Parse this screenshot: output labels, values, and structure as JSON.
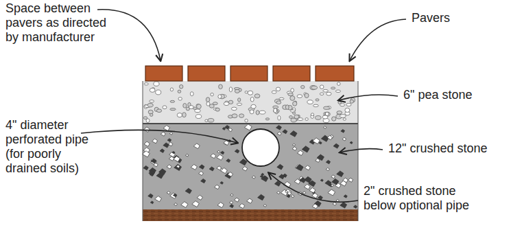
{
  "diagram": {
    "labels": [
      "Space between pavers as directed by manufacturer",
      "Pavers",
      "6\" pea stone",
      "4\" diameter perforated pipe (for poorly drained soils)",
      "12\" crushed stone",
      "2\" crushed stone below optional pipe"
    ]
  }
}
